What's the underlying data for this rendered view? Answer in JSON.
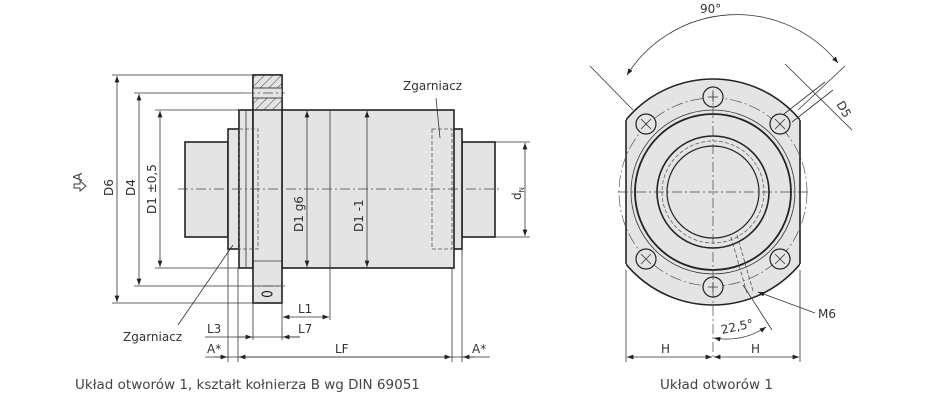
{
  "side_view": {
    "labels": {
      "view_arrow": "A",
      "d6": "D6",
      "d4": "D4",
      "d1_tol": "D1 ±0,5",
      "d1_g6": "D1 g6",
      "d1_minus1": "D1 -1",
      "dn": "d",
      "dn_sub": "N",
      "wiper_top": "Zgarniacz",
      "wiper_bottom": "Zgarniacz",
      "l1": "L1",
      "l7": "L7",
      "l3": "L3",
      "lf": "LF",
      "a_left": "A*",
      "a_right": "A*"
    },
    "caption": "Układ otworów 1, kształt  kołnierza B wg DIN 69051"
  },
  "front_view": {
    "labels": {
      "angle_90": "90°",
      "d5": "D5",
      "m6": "M6",
      "angle_22": "22,5°",
      "h_left": "H",
      "h_right": "H"
    },
    "caption": "Układ otworów 1"
  }
}
